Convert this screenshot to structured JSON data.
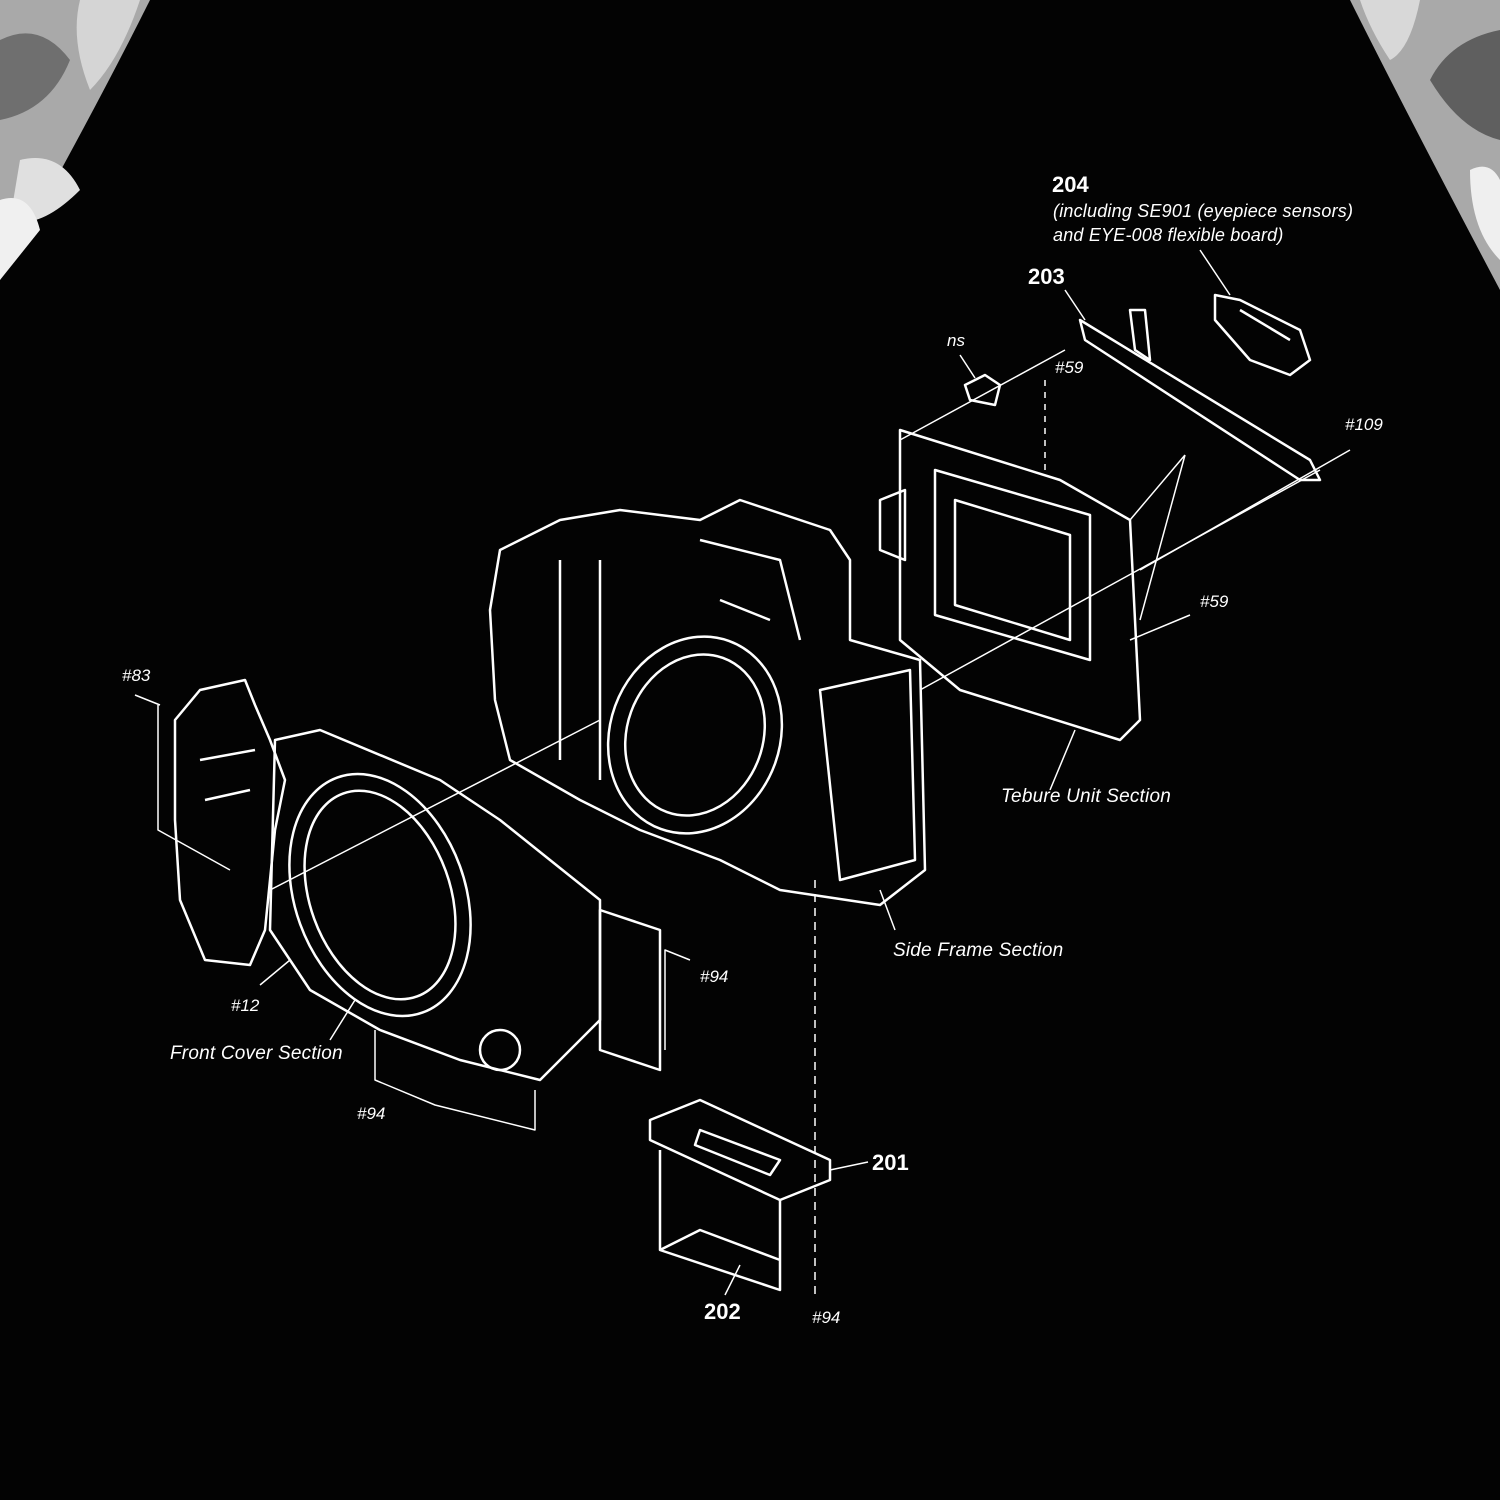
{
  "colors": {
    "background": "#030303",
    "ink": "#ffffff",
    "camo_light": "#bfbfbf",
    "camo_dark": "#6f6f6f"
  },
  "parts": {
    "p204": "204",
    "p204_desc1": "(including SE901 (eyepiece sensors)",
    "p204_desc2": "and EYE-008 flexible board)",
    "p203": "203",
    "p201": "201",
    "p202": "202"
  },
  "sections": {
    "tebure": "Tebure Unit Section",
    "side_frame": "Side Frame Section",
    "front_cover": "Front Cover Section"
  },
  "screws": {
    "ns": "ns",
    "s59_top": "#59",
    "s109": "#109",
    "s59_right": "#59",
    "s83": "#83",
    "s12": "#12",
    "s94_mid": "#94",
    "s94_left": "#94",
    "s94_bottom": "#94"
  }
}
